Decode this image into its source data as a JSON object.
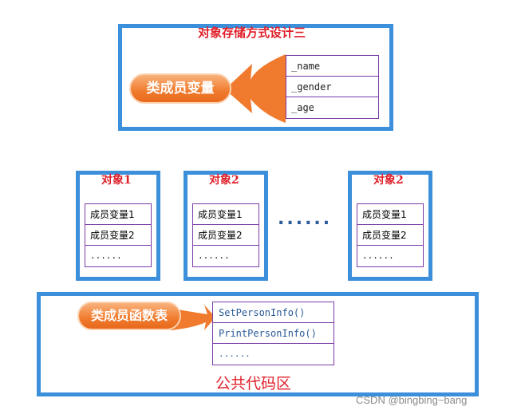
{
  "top": {
    "title": "对象存储方式设计三",
    "bubble": "类成员变量",
    "fields": [
      "_name",
      "_gender",
      "_age"
    ]
  },
  "objects": [
    {
      "title": "对象1",
      "rows": [
        "成员变量1",
        "成员变量2",
        "......"
      ]
    },
    {
      "title": "对象2",
      "rows": [
        "成员变量1",
        "成员变量2",
        "......"
      ]
    },
    {
      "title": "对象2",
      "rows": [
        "成员变量1",
        "成员变量2",
        "......"
      ]
    }
  ],
  "ellipsis": "......",
  "bottom": {
    "bubble": "类成员函数表",
    "functions": [
      "SetPersonInfo()",
      "PrintPersonInfo()",
      "......"
    ],
    "label": "公共代码区"
  },
  "watermark": "CSDN @bingbing~bang",
  "colors": {
    "blue": "#3b8fdb",
    "red": "#e0202a",
    "orange": "#f07b2e",
    "purple": "#7a3aa6"
  }
}
